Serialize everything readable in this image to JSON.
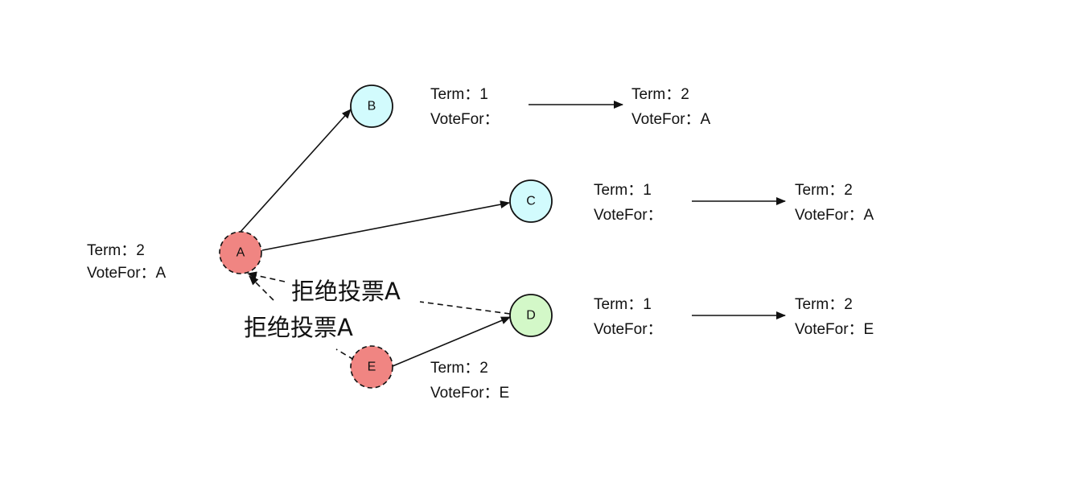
{
  "colors": {
    "candidate": "#f08582",
    "follower": "#d2fbfd",
    "voted_e": "#d3f8c8",
    "stroke": "#111111"
  },
  "nodes": {
    "A": "A",
    "B": "B",
    "C": "C",
    "D": "D",
    "E": "E"
  },
  "reject_label": "拒绝投票A",
  "states": {
    "A": {
      "term": "Term：2",
      "votefor": "VoteFor：A"
    },
    "B_before": {
      "term": "Term：1",
      "votefor": "VoteFor："
    },
    "B_after": {
      "term": "Term：2",
      "votefor": "VoteFor：A"
    },
    "C_before": {
      "term": "Term：1",
      "votefor": "VoteFor："
    },
    "C_after": {
      "term": "Term：2",
      "votefor": "VoteFor：A"
    },
    "D_before": {
      "term": "Term：1",
      "votefor": "VoteFor："
    },
    "D_after": {
      "term": "Term：2",
      "votefor": "VoteFor：E"
    },
    "E": {
      "term": "Term：2",
      "votefor": "VoteFor：E"
    }
  }
}
